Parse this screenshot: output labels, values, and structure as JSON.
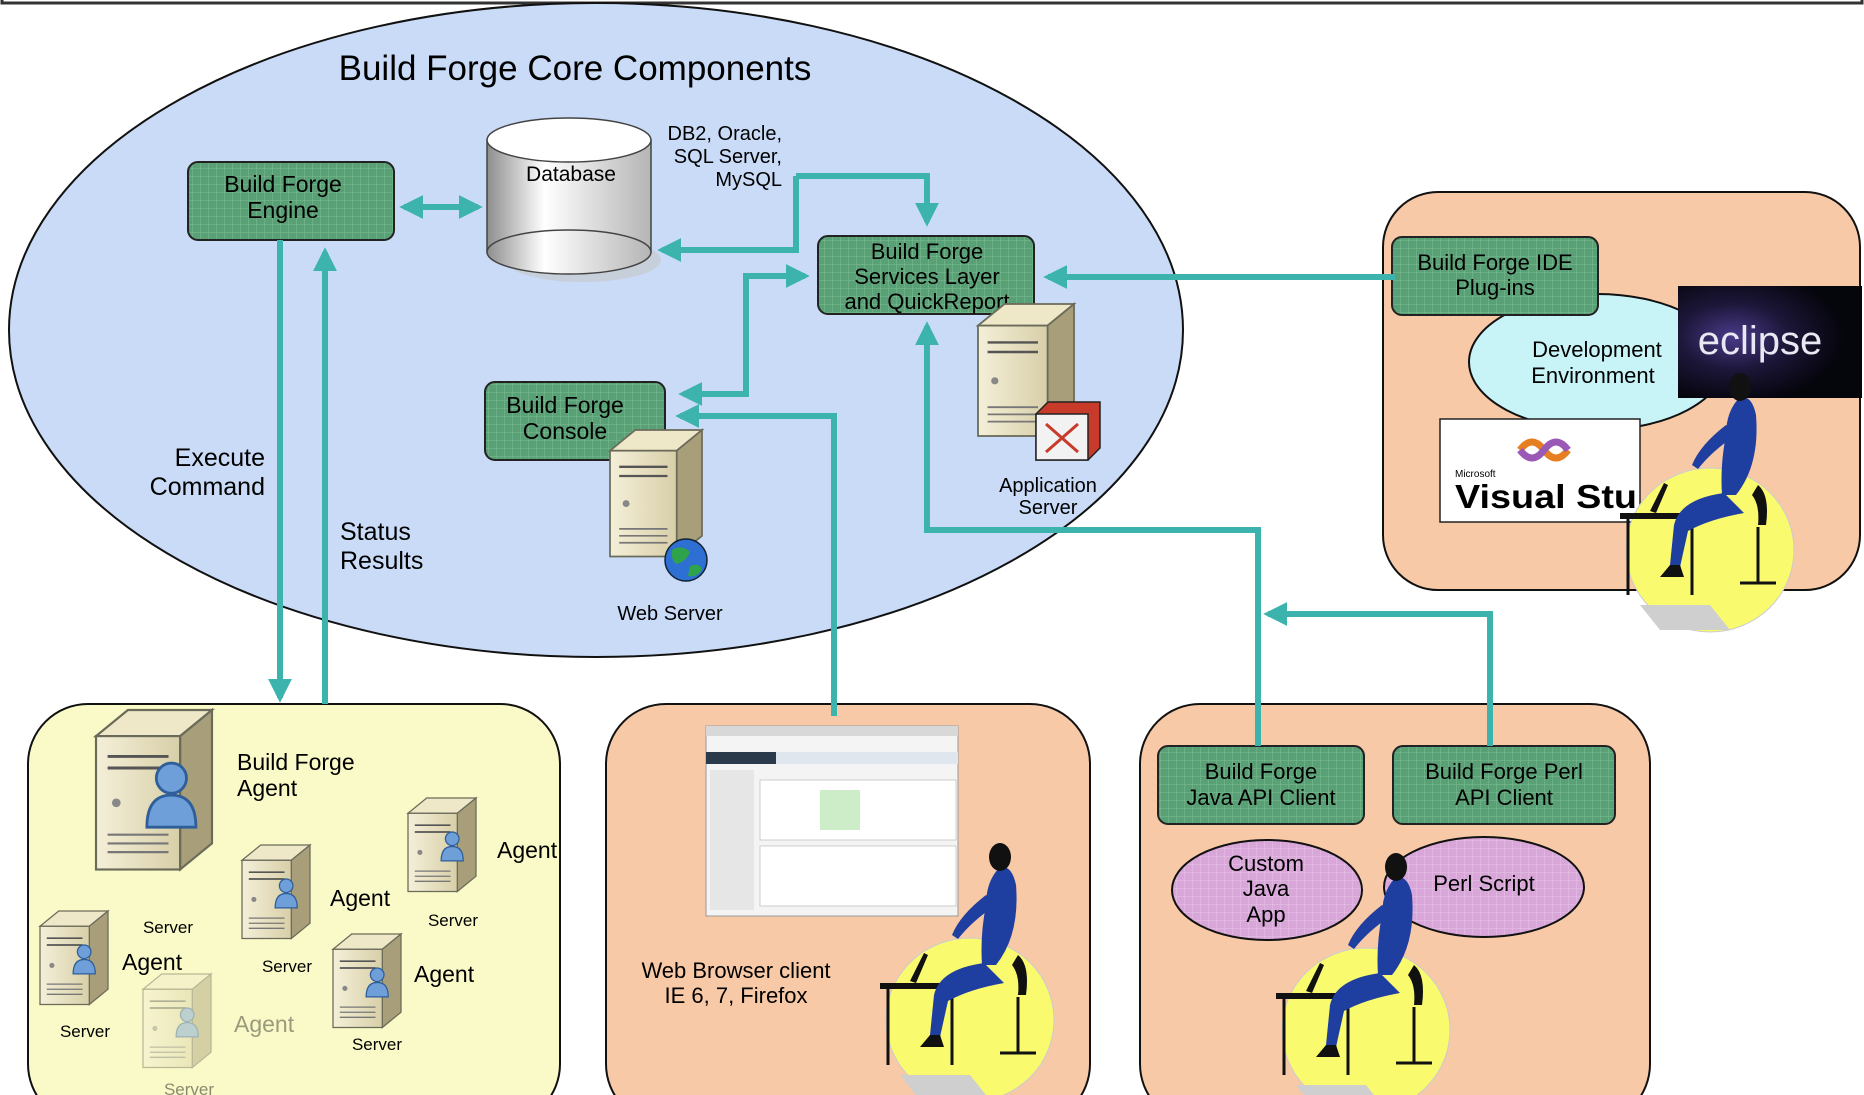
{
  "title": "Build Forge Core Components",
  "database": {
    "label": "Database",
    "types": [
      "DB2, Oracle,",
      "SQL Server,",
      "MySQL"
    ]
  },
  "engine": [
    "Build Forge",
    "Engine"
  ],
  "services": [
    "Build Forge",
    "Services Layer",
    "and QuickReport"
  ],
  "console": [
    "Build Forge",
    "Console"
  ],
  "app_server": [
    "Application",
    "Server"
  ],
  "web_server": "Web  Server",
  "execute_command": [
    "Execute",
    "Command"
  ],
  "status_results": [
    "Status",
    "Results"
  ],
  "ide": {
    "plugins": [
      "Build Forge IDE",
      "Plug-ins"
    ],
    "dev_env": [
      "Development",
      "Environment"
    ],
    "eclipse": "eclipse",
    "vs_microsoft": "Microsoft",
    "vs_text": "Visual Stu"
  },
  "agents": {
    "main_label": [
      "Build Forge",
      "Agent"
    ],
    "agent": "Agent",
    "server": "Server"
  },
  "browser": {
    "label": [
      "Web Browser client",
      "IE 6, 7, Firefox"
    ]
  },
  "api": {
    "java": [
      "Build Forge",
      "Java API Client"
    ],
    "perl": [
      "Build Forge Perl",
      "API Client"
    ],
    "custom_java": [
      "Custom",
      "Java",
      "App"
    ],
    "perl_script": "Perl Script"
  },
  "colors": {
    "arrow": "#3db3ad",
    "green_box": "#5aa077",
    "core_ellipse": "#c9dbf7",
    "salmon_panel": "#f8c9a6",
    "yellow_panel": "#fafac8",
    "bubble_purple": "#d9a6d9",
    "bubble_cyan": "#c8f4f8"
  }
}
